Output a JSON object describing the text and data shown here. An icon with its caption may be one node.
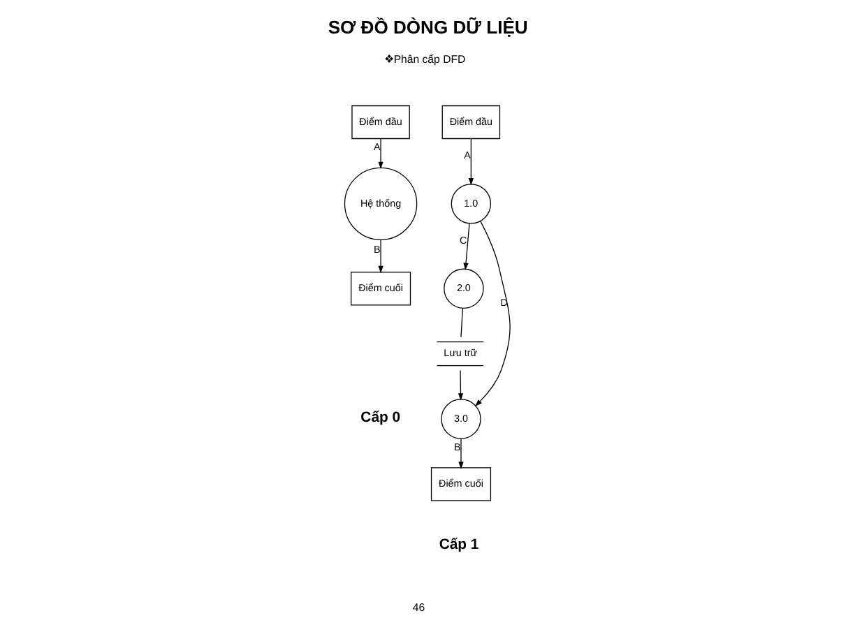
{
  "diagram": {
    "title": "SƠ ĐỒ DÒNG DỮ LIỆU",
    "nodes": [
      {
        "text": [
          "Điểm đầu"
        ]
      },
      {
        "text": [
          "Hệ thống"
        ]
      },
      {
        "text": [
          "Điểm cuối"
        ]
      },
      {
        "text": [
          "Điểm đầu"
        ]
      },
      {
        "text": [
          "1.0"
        ]
      },
      {
        "text": [
          "2.0"
        ]
      },
      {
        "text": [
          "3.0"
        ]
      },
      {
        "text": [
          "Điểm cuối"
        ]
      },
      {
        "text": [
          "Lưu trữ"
        ]
      }
    ],
    "edges": [
      {
        "from": 0,
        "to": 1,
        "arrow": "to",
        "label": "A"
      },
      {
        "from": 1,
        "to": 2,
        "arrow": "to",
        "label": "B"
      },
      {
        "from": 3,
        "to": 4,
        "arrow": "to",
        "label": "A"
      },
      {
        "from": 4,
        "to": 5,
        "arrow": "to",
        "label": "C"
      },
      {
        "from": 5,
        "to": 8,
        "arrow": "none"
      },
      {
        "from": 8,
        "to": 6,
        "arrow": "to"
      },
      {
        "from": 4,
        "to": 6,
        "arrow": "to",
        "label": "D"
      },
      {
        "from": 6,
        "to": 7,
        "arrow": "to",
        "label": "B"
      }
    ],
    "labels": [
      "❖Phân cấp DFD",
      "Cấp 0",
      "Cấp 1",
      "46"
    ]
  }
}
